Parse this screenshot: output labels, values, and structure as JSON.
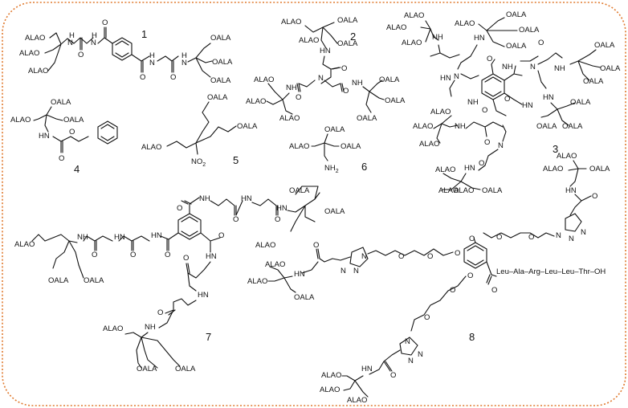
{
  "compounds": [
    {
      "number": "1"
    },
    {
      "number": "2"
    },
    {
      "number": "3"
    },
    {
      "number": "4"
    },
    {
      "number": "5"
    },
    {
      "number": "6"
    },
    {
      "number": "7"
    },
    {
      "number": "8"
    }
  ],
  "groups": {
    "oala": "OALA",
    "alao": "ALAO",
    "nh": "NH",
    "hn": "HN",
    "h": "H",
    "n": "N",
    "o": "O",
    "no2": "NO",
    "no2_sub": "2",
    "nh2": "NH",
    "nh2_sub": "2"
  },
  "peptide": "Leu–Ala–Arg–Leu–Leu–Thr–OH",
  "colors": {
    "frame": "#e07a2f",
    "ink": "#111111"
  }
}
